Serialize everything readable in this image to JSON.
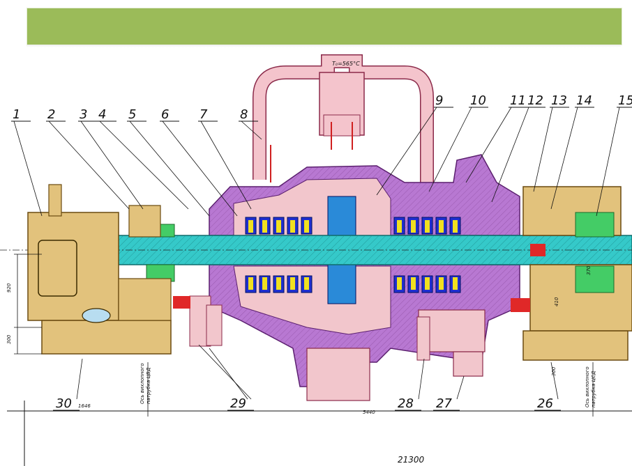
{
  "banner": {
    "color": "#9bbb59"
  },
  "temperature_label": "T₀=565°C",
  "part_numbers": {
    "top": [
      "1",
      "2",
      "3",
      "4",
      "5",
      "6",
      "7",
      "8",
      "9",
      "10",
      "11",
      "12",
      "13",
      "14",
      "15"
    ],
    "bottom": [
      "30",
      "29",
      "28",
      "27",
      "26"
    ]
  },
  "dimensions": {
    "d1646": "1646",
    "d5440": "5440",
    "d21300": "21300",
    "d920": "920",
    "d300_left": "300",
    "d300_right": "300",
    "d370": "370",
    "d410": "410",
    "axis_left_1": "Ось вихлопного",
    "axis_left_2": "патрубка ЦВД",
    "axis_right_1": "Ось вихлопного",
    "axis_right_2": "патрубка ЦСД"
  },
  "colors": {
    "shaft": "#35c9c9",
    "casing": "#b878d2",
    "casing_light": "#f2c6cc",
    "generator_body": "#e2c27c",
    "diaphragm_blue": "#1f2fd0",
    "blade_yellow": "#f0e020",
    "coupling_green": "#44cc66",
    "coupling_red": "#e02828"
  }
}
